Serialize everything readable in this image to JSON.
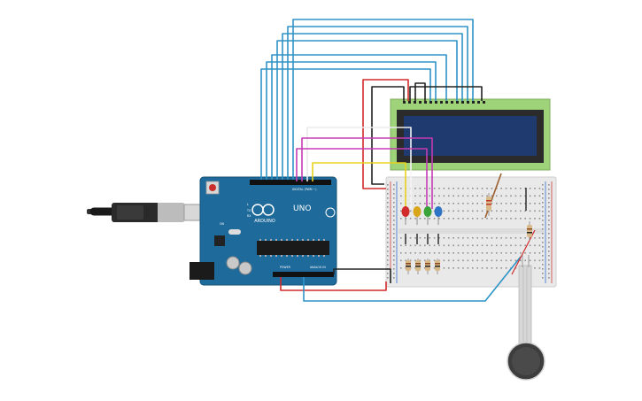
{
  "arduino": {
    "brand": "ARDUINO",
    "model": "UNO",
    "header_digital": "DIGITAL (PWM ~)",
    "header_power": "POWER",
    "header_analog": "ANALOG IN",
    "label_on": "ON",
    "label_tx": "TX",
    "label_rx": "RX",
    "label_l": "L"
  },
  "leds": [
    "red",
    "yellow",
    "green",
    "blue"
  ],
  "colors": {
    "board": "#1e6a9a",
    "breadboard": "#e9e9e9",
    "lcd_frame": "#9fd37a",
    "lcd_screen": "#1f3a6e",
    "wire_blue": "#2e93c7",
    "wire_red": "#d22a2a",
    "wire_black": "#222222",
    "wire_white": "#f5f5f5",
    "wire_magenta": "#c53bb5",
    "wire_yellow": "#ead21c",
    "wire_brown": "#9b5e2e",
    "fsr_disc": "#3d3d3d"
  }
}
